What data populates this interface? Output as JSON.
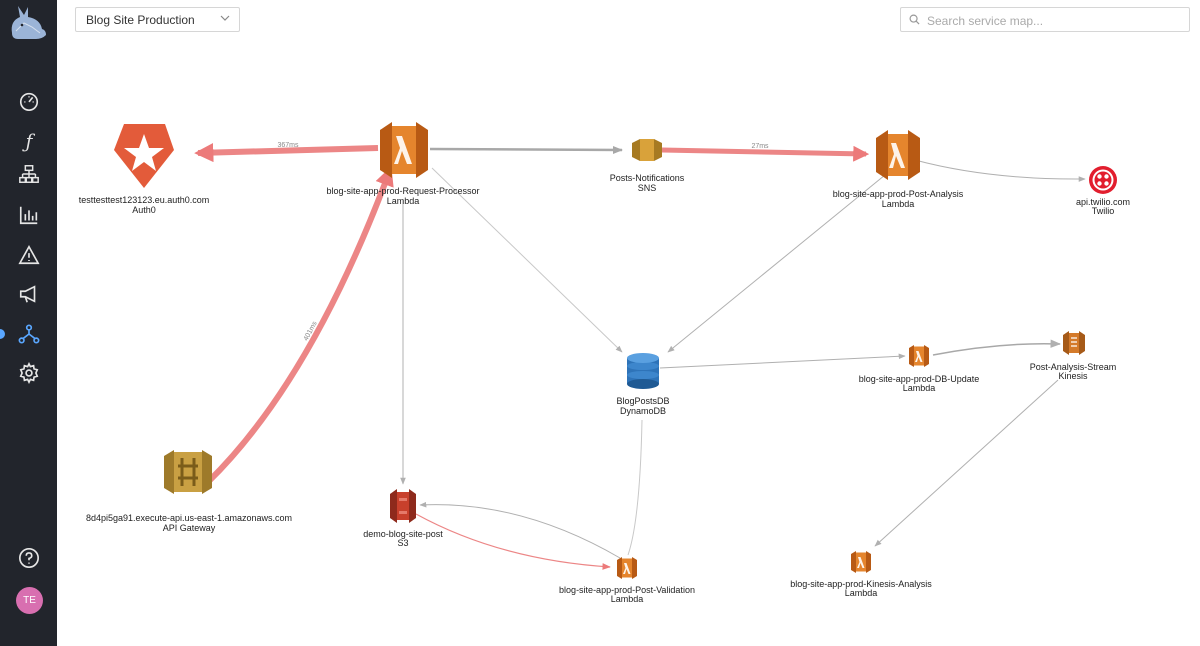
{
  "env_selector": {
    "value": "Blog Site Production"
  },
  "search": {
    "placeholder": "Search service map..."
  },
  "sidebar": {
    "items": [
      {
        "name": "dashboard-icon"
      },
      {
        "name": "functions-icon"
      },
      {
        "name": "services-icon"
      },
      {
        "name": "metrics-icon"
      },
      {
        "name": "alerts-icon"
      },
      {
        "name": "notifications-icon"
      },
      {
        "name": "service-map-icon"
      },
      {
        "name": "settings-icon"
      }
    ],
    "help_icon": "help-icon",
    "avatar_initials": "TE"
  },
  "colors": {
    "lambda": "#e5852d",
    "lambda_dark": "#b85a14",
    "sns": "#d9a23a",
    "api_gateway": "#c9a043",
    "dynamodb": "#2e73b8",
    "s3": "#c8402c",
    "kinesis": "#d47a2a",
    "auth0": "#e35b3a",
    "twilio": "#e21e2e",
    "hot_edge": "#ec8686",
    "edge": "#b8b8b8"
  },
  "nodes": {
    "auth0": {
      "line1": "testtesttest123123.eu.auth0.com",
      "line2": "Auth0"
    },
    "request_processor": {
      "line1": "blog-site-app-prod-Request-Processor",
      "line2": "Lambda"
    },
    "sns": {
      "line1": "Posts-Notifications",
      "line2": "SNS"
    },
    "post_analysis": {
      "line1": "blog-site-app-prod-Post-Analysis",
      "line2": "Lambda"
    },
    "twilio": {
      "line1": "api.twilio.com",
      "line2": "Twilio"
    },
    "dynamodb": {
      "line1": "BlogPostsDB",
      "line2": "DynamoDB"
    },
    "db_update": {
      "line1": "blog-site-app-prod-DB-Update",
      "line2": "Lambda"
    },
    "kinesis": {
      "line1": "Post-Analysis-Stream",
      "line2": "Kinesis"
    },
    "api_gateway": {
      "line1": "8d4pi5ga91.execute-api.us-east-1.amazonaws.com",
      "line2": "API Gateway"
    },
    "s3": {
      "line1": "demo-blog-site-post",
      "line2": "S3"
    },
    "post_validation": {
      "line1": "blog-site-app-prod-Post-Validation",
      "line2": "Lambda"
    },
    "kinesis_analysis": {
      "line1": "blog-site-app-prod-Kinesis-Analysis",
      "line2": "Lambda"
    }
  },
  "edge_labels": {
    "rp_to_auth0": "367ms",
    "sns_to_post_analysis": "27ms",
    "api_to_rp": "401ms"
  }
}
